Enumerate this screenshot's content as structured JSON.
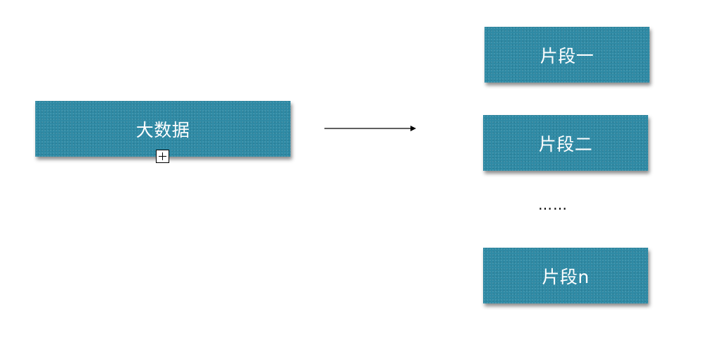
{
  "source": {
    "label": "大数据"
  },
  "segments": [
    {
      "label": "片段一"
    },
    {
      "label": "片段二"
    },
    {
      "label": "片段n"
    }
  ],
  "ellipsis": "……",
  "colors": {
    "box_fill": "#2f8aa5",
    "box_text": "#ffffff",
    "arrow": "#000000"
  }
}
